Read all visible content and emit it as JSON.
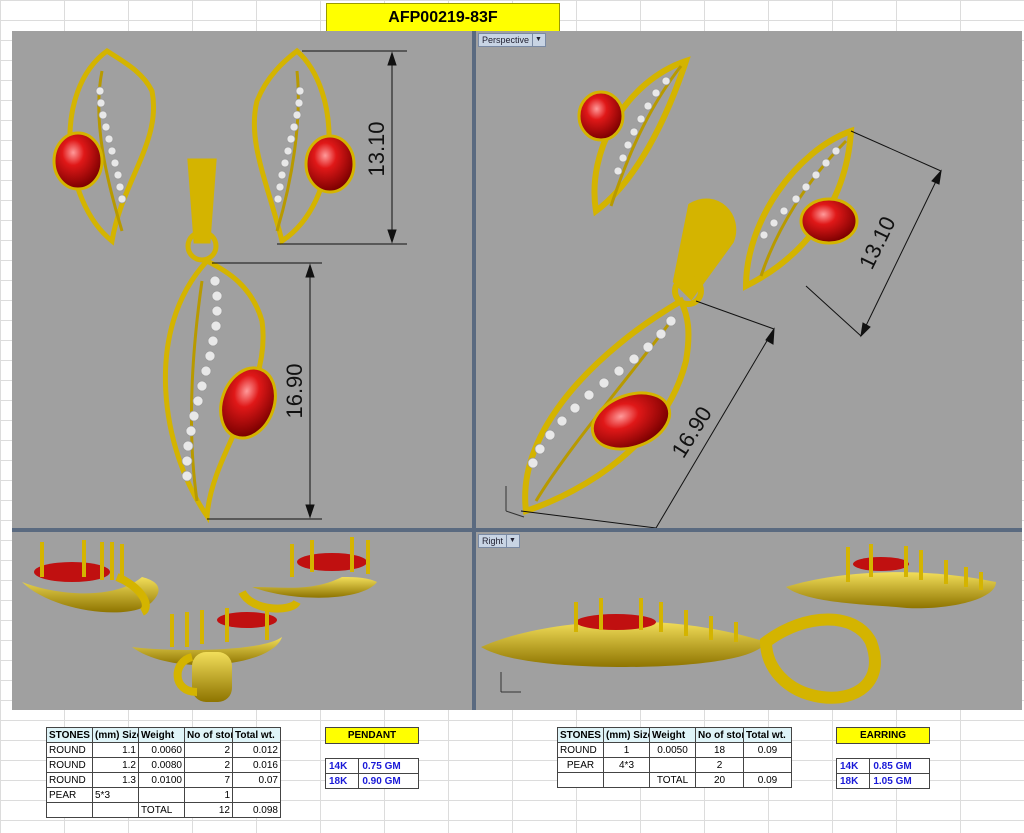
{
  "title": "AFP00219-83F",
  "viewports": {
    "top_left": {
      "dims": {
        "top": "13.10",
        "pendant": "16.90"
      }
    },
    "top_right": {
      "label": "Perspective",
      "dims": {
        "top": "13.10",
        "pendant": "16.90"
      }
    },
    "bottom_left": {},
    "bottom_right": {
      "label": "Right"
    }
  },
  "pendant_stones": {
    "headers": [
      "STONES",
      "(mm) Size",
      "Weight",
      "No of stones",
      "Total wt."
    ],
    "rows": [
      [
        "ROUND",
        "1.1",
        "0.0060",
        "2",
        "0.012"
      ],
      [
        "ROUND",
        "1.2",
        "0.0080",
        "2",
        "0.016"
      ],
      [
        "ROUND",
        "1.3",
        "0.0100",
        "7",
        "0.07"
      ],
      [
        "PEAR",
        "5*3",
        "",
        "1",
        ""
      ],
      [
        "",
        "",
        "TOTAL",
        "12",
        "0.098"
      ]
    ]
  },
  "pendant_gold": {
    "label": "PENDANT",
    "rows": [
      [
        "14K",
        "0.75 GM"
      ],
      [
        "18K",
        "0.90 GM"
      ]
    ]
  },
  "earring_stones": {
    "headers": [
      "STONES",
      "(mm) Sizes",
      "Weight",
      "No of stones",
      "Total wt."
    ],
    "rows": [
      [
        "ROUND",
        "1",
        "0.0050",
        "18",
        "0.09"
      ],
      [
        "PEAR",
        "4*3",
        "",
        "2",
        ""
      ],
      [
        "",
        "",
        "TOTAL",
        "20",
        "0.09"
      ]
    ]
  },
  "earring_gold": {
    "label": "EARRING",
    "rows": [
      [
        "14K",
        "0.85 GM"
      ],
      [
        "18K",
        "1.05 GM"
      ]
    ]
  },
  "colors": {
    "gold": "#d4b400",
    "ruby": "#e01818",
    "viewport": "#a0a0a0",
    "banner": "#ffff00"
  }
}
